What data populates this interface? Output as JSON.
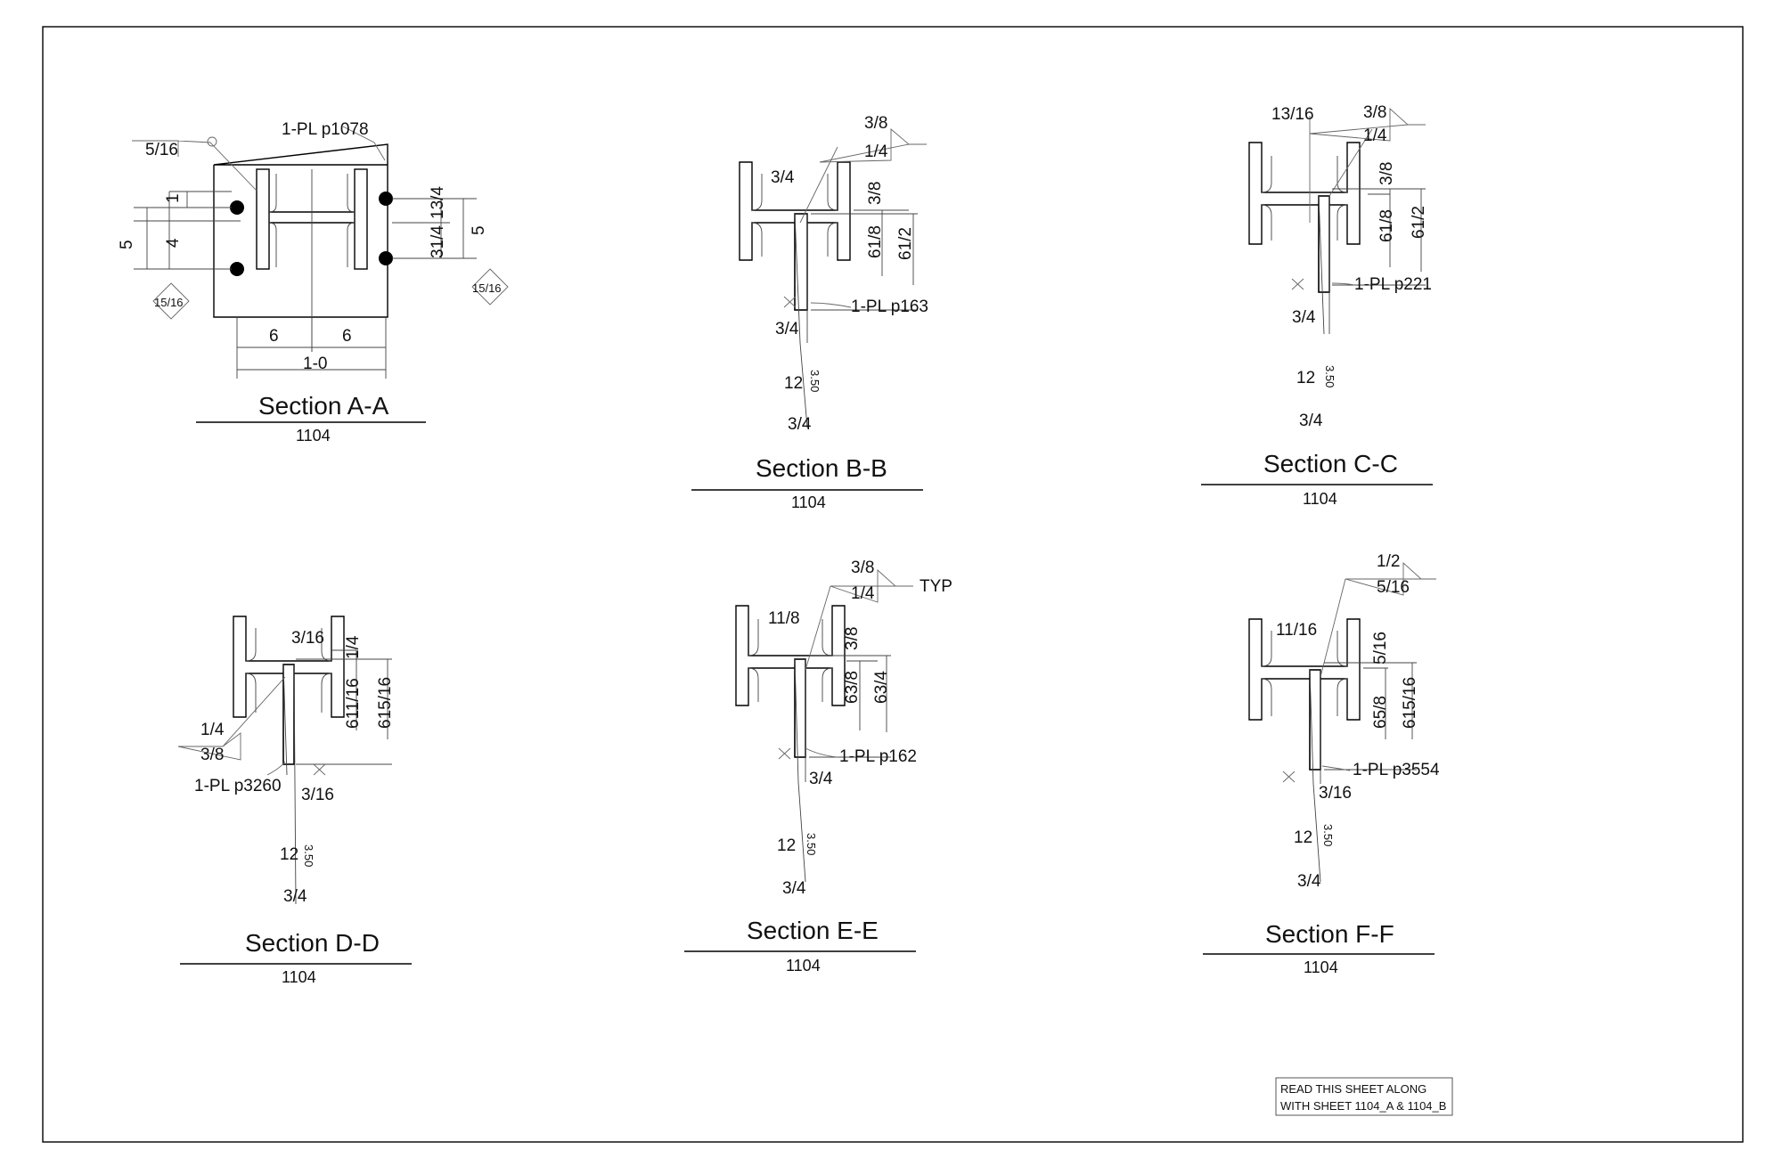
{
  "sheet_note": [
    "READ THIS SHEET ALONG",
    "WITH SHEET 1104_A & 1104_B"
  ],
  "sections": {
    "a": {
      "title": "Section A-A",
      "ref": "1104",
      "plate": "1-PL p1078",
      "weld_top": "5/16",
      "weld_left_diamond": "15/16",
      "weld_right_diamond": "15/16",
      "dims": {
        "d1": "1",
        "d4": "4",
        "d5": "5",
        "r134": "13/4",
        "r314": "31/4",
        "r5": "5",
        "h6a": "6",
        "h6b": "6",
        "h10": "1-0"
      }
    },
    "b": {
      "title": "Section B-B",
      "ref": "1104",
      "plate": "1-PL p163",
      "weld_top": "3/8",
      "weld_bot": "1/4",
      "dims": {
        "t": "3/4",
        "x38": "3/8",
        "x618": "61/8",
        "x612": "61/2",
        "b34": "3/4",
        "n12": "12",
        "n350": "3.50",
        "e34": "3/4"
      }
    },
    "c": {
      "title": "Section C-C",
      "ref": "1104",
      "plate": "1-PL p221",
      "weld_top": "3/8",
      "weld_bot": "1/4",
      "dims": {
        "t": "13/16",
        "x38": "3/8",
        "x618": "61/8",
        "x612": "61/2",
        "b34": "3/4",
        "n12": "12",
        "n350": "3.50",
        "e34": "3/4"
      }
    },
    "d": {
      "title": "Section D-D",
      "ref": "1104",
      "plate": "1-PL p3260",
      "weld_top": "1/4",
      "weld_bot": "3/8",
      "dims": {
        "t": "3/16",
        "x14": "1/4",
        "x61116": "611/16",
        "x61516": "615/16",
        "b316": "3/16",
        "n12": "12",
        "n350": "3.50",
        "e34": "3/4"
      }
    },
    "e": {
      "title": "Section E-E",
      "ref": "1104",
      "plate": "1-PL p162",
      "weld_top": "3/8",
      "weld_bot": "1/4",
      "typ": "TYP",
      "dims": {
        "t": "11/8",
        "x38": "3/8",
        "x638": "63/8",
        "x634": "63/4",
        "b34": "3/4",
        "n12": "12",
        "n350": "3.50",
        "e34": "3/4"
      }
    },
    "f": {
      "title": "Section F-F",
      "ref": "1104",
      "plate": "1-PL p3554",
      "weld_top": "1/2",
      "weld_bot": "5/16",
      "dims": {
        "t": "11/16",
        "x516": "5/16",
        "x658": "65/8",
        "x61516": "615/16",
        "b316": "3/16",
        "n12": "12",
        "n350": "3.50",
        "e34": "3/4"
      }
    }
  }
}
